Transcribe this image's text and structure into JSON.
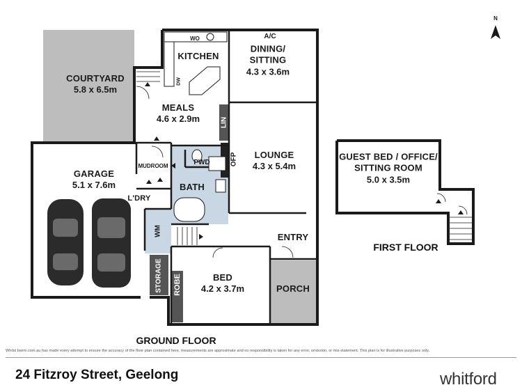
{
  "rooms": {
    "courtyard": {
      "name": "COURTYARD",
      "dims": "5.8 x 6.5m"
    },
    "kitchen": {
      "name": "KITCHEN"
    },
    "dining": {
      "name": "DINING/\nSITTING",
      "name_line1": "DINING/",
      "name_line2": "SITTING",
      "dims": "4.3 x 3.6m"
    },
    "meals": {
      "name": "MEALS",
      "dims": "4.6 x 2.9m"
    },
    "garage": {
      "name": "GARAGE",
      "dims": "5.1 x 7.6m"
    },
    "lounge": {
      "name": "LOUNGE",
      "dims": "4.3 x 5.4m"
    },
    "bed": {
      "name": "BED",
      "dims": "4.2 x 3.7m"
    },
    "guest": {
      "name_line1": "GUEST BED / OFFICE/",
      "name_line2": "SITTING ROOM",
      "dims": "5.0 x 3.5m"
    }
  },
  "labels": {
    "mudroom": "MUDROOM",
    "pwd": "PWD",
    "bath": "BATH",
    "ldry": "L'DRY",
    "wm": "WM",
    "storage": "STORAGE",
    "robe": "ROBE",
    "entry": "ENTRY",
    "porch": "PORCH",
    "wo": "WO",
    "ac": "A/C",
    "lin": "LIN",
    "ofp": "OFP",
    "dw": "DW",
    "north": "N"
  },
  "floors": {
    "ground": "GROUND FLOOR",
    "first": "FIRST FLOOR"
  },
  "footer": {
    "disclaimer": "Whilst bwrm.com.au has made every attempt to ensure the accuracy of the floor plan contained here, measurements are approximate and no responsibility is taken for any error, omission, or mis-statement. This plan is for illustrative purposes only.",
    "address": "24 Fitzroy Street, Geelong",
    "brand": "whitford"
  },
  "colors": {
    "wall": "#1a1a1a",
    "outdoor_fill": "#bdbdbd",
    "wet_area_fill": "#c9d6e3",
    "robe_fill": "#555555",
    "car_fill": "#2b2b2b"
  }
}
